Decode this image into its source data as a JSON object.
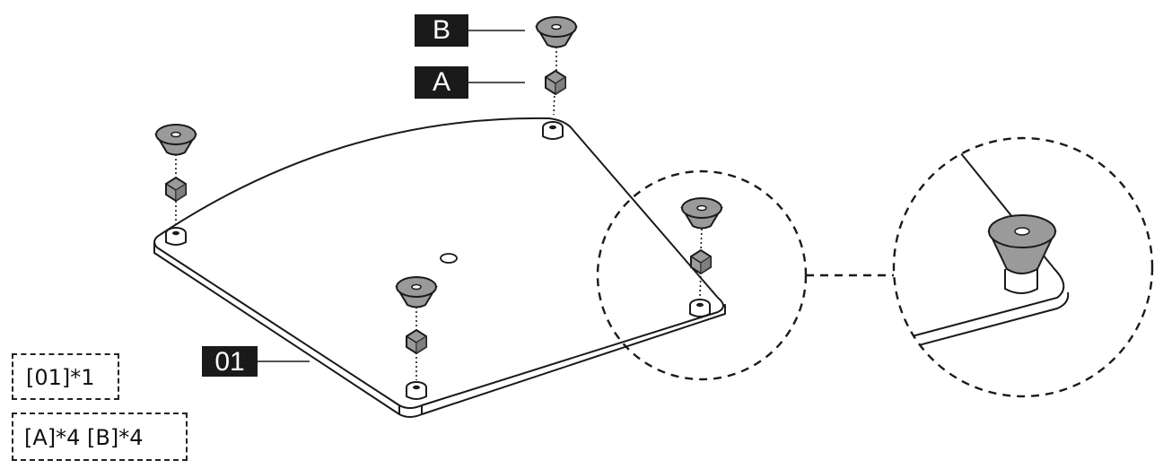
{
  "callouts": {
    "label_b": "B",
    "label_a": "A",
    "label_base": "01"
  },
  "quantities": {
    "base_qty": "[01]*1",
    "parts_qty": "[A]*4  [B]*4"
  },
  "colors": {
    "line": "#1a1a1a",
    "part_fill": "#9a9a9a",
    "part_dark": "#6e6e6e",
    "label_bg": "#1a1a1a",
    "label_text": "#ffffff"
  }
}
